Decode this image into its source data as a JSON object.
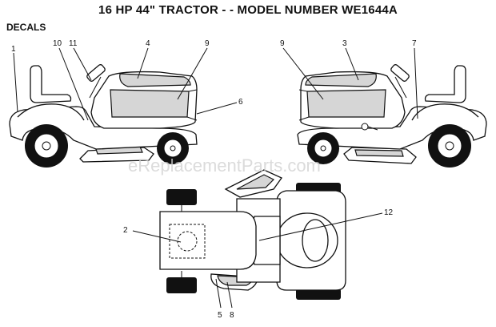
{
  "title": "16 HP 44\" TRACTOR - - MODEL NUMBER WE1644A",
  "section": "DECALS",
  "watermark": "eReplacementParts.com",
  "callouts": {
    "c1": "1",
    "c2": "2",
    "c3": "3",
    "c4": "4",
    "c5": "5",
    "c6": "6",
    "c7": "7",
    "c8": "8",
    "c9a": "9",
    "c9b": "9",
    "c10": "10",
    "c11": "11",
    "c12": "12"
  }
}
